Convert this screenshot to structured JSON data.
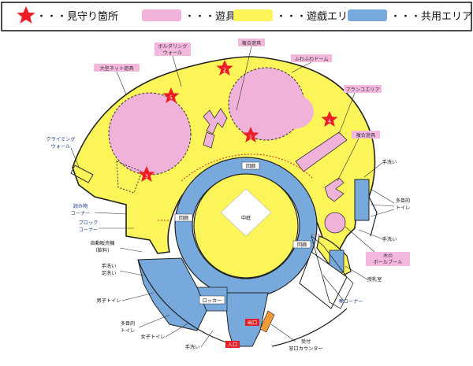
{
  "legend": {
    "watch_label": "・・・見守り箇所",
    "play_label": "・・・遊具",
    "area_label": "・・・遊戯エリア",
    "common_label": "・・・共用エリア"
  },
  "colors": {
    "play_area": "#fbf55a",
    "equipment": "#f1b2d9",
    "common": "#78a9dc",
    "star": "#ee1c25",
    "label_text": "#1a3c8a"
  },
  "watch_points": [
    "1",
    "2",
    "3",
    "4",
    "5"
  ],
  "places": {
    "climbing_wall": [
      "クライミング",
      "ウォール"
    ],
    "big_net": "大型ネット遊具",
    "bouldering": [
      "ボルダリング",
      "ウォール"
    ],
    "combo1": "複合遊具",
    "fuwafuwa": "ふわふわドーム",
    "swing": "ブランコエリア",
    "combo2": "複合遊具",
    "reading": [
      "読み物",
      "コーナー"
    ],
    "block": [
      "ブロック",
      "コーナー"
    ],
    "vending": [
      "自動販売機",
      "（飲料）"
    ],
    "hand_foot": [
      "手洗い",
      "足洗い"
    ],
    "boys_toilet": "男子トイレ",
    "multi_toilet1": [
      "多目的",
      "トイレ"
    ],
    "girls_toilet": "女子トイレ",
    "hand_wash1": "手洗い",
    "hand_wash2": "手洗い",
    "multi_toilet2": [
      "多目的",
      "トイレ"
    ],
    "hand_wash3": "手洗い",
    "wood_pool": [
      "木の",
      "ボールプール"
    ],
    "nursing": "授乳室",
    "corner_blue": "奏コーナー",
    "reception": [
      "受付",
      "窓口カウンター"
    ],
    "locker": "ロッカー",
    "field": "中庭",
    "corridor": "回廊",
    "entrance": "入口",
    "exit": "出口"
  }
}
